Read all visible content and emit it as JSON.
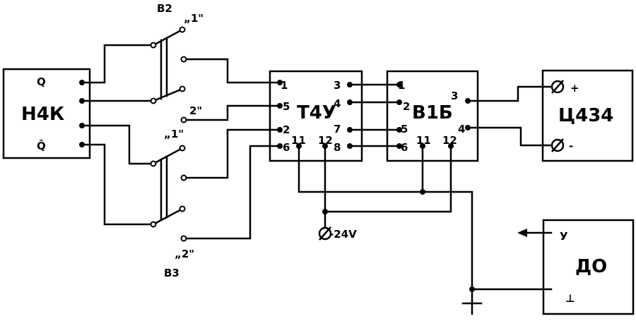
{
  "blocks": {
    "n4k": {
      "label": "Н4К",
      "pins": [
        "Q",
        "Q̄"
      ]
    },
    "t4u": {
      "label": "Т4У",
      "pins_left": [
        "1",
        "5",
        "2",
        "6"
      ],
      "pins_right": [
        "3",
        "4",
        "7",
        "8"
      ],
      "pins_bottom": [
        "11",
        "12"
      ]
    },
    "v1b": {
      "label": "В1Б",
      "pins_left": [
        "1",
        "2",
        "5",
        "6"
      ],
      "pins_right": [
        "3",
        "4"
      ],
      "pins_bottom": [
        "11",
        "12"
      ]
    },
    "c434": {
      "label": "Ц434",
      "plus": "+",
      "minus": "-"
    },
    "do": {
      "label": "ДО",
      "out": "У",
      "ground": "⊥"
    }
  },
  "switches": {
    "b2": {
      "label": "В2",
      "pos1": "„1\"",
      "pos2": "2\""
    },
    "b3": {
      "label": "В3",
      "pos1": "„1\"",
      "pos2": "„2\""
    }
  },
  "supply": {
    "label": "-24V"
  }
}
